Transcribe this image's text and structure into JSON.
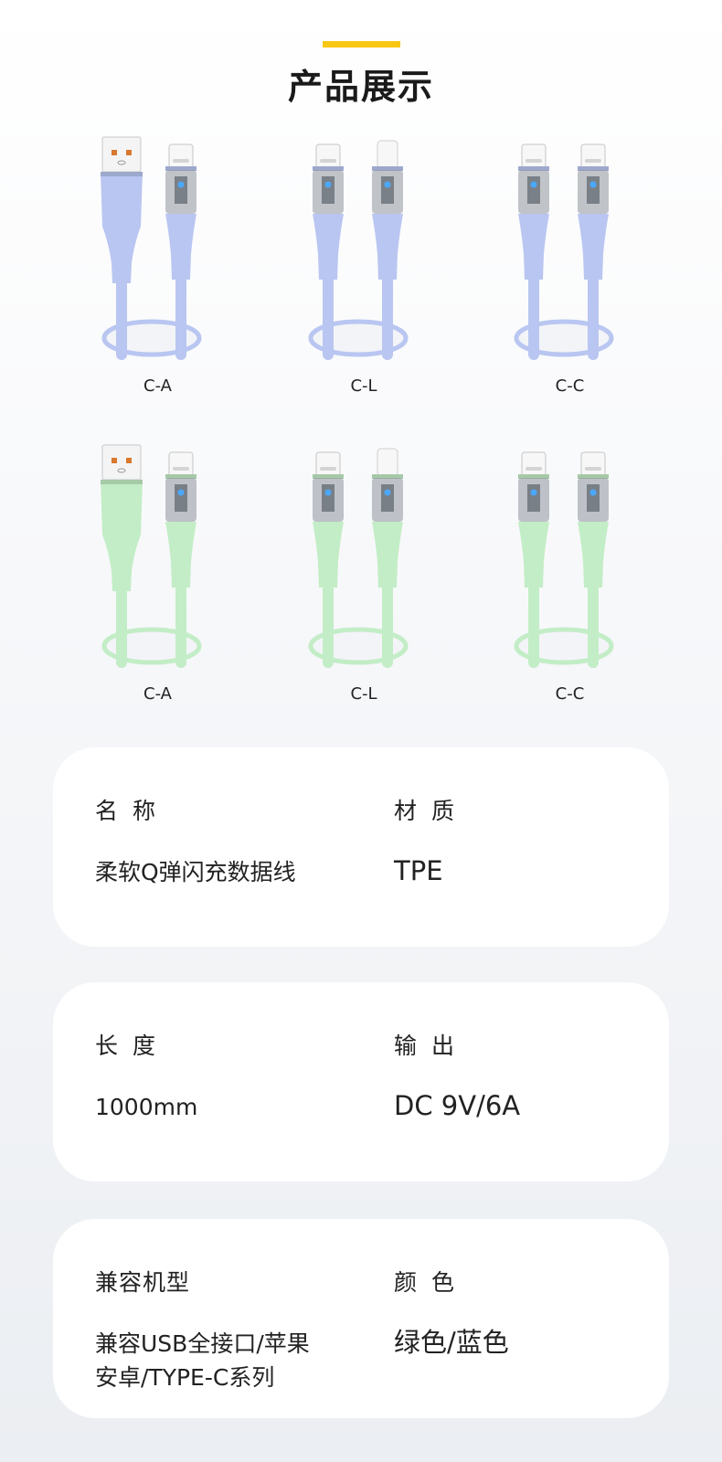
{
  "header": {
    "title": "产品展示",
    "accent_color": "#f8c712"
  },
  "products": {
    "row1": [
      {
        "label": "C-A",
        "variant": "usb-a-to-c",
        "color": "#b9c6f1"
      },
      {
        "label": "C-L",
        "variant": "c-to-lightning",
        "color": "#b9c6f1"
      },
      {
        "label": "C-C",
        "variant": "c-to-c",
        "color": "#b9c6f1"
      }
    ],
    "row2": [
      {
        "label": "C-A",
        "variant": "usb-a-to-c",
        "color": "#c3edc6"
      },
      {
        "label": "C-L",
        "variant": "c-to-lightning",
        "color": "#c3edc6"
      },
      {
        "label": "C-C",
        "variant": "c-to-c",
        "color": "#c3edc6"
      }
    ]
  },
  "specs": {
    "name": {
      "label": "名 称",
      "value": "柔软Q弹闪充数据线"
    },
    "material": {
      "label": "材 质",
      "value": "TPE"
    },
    "length": {
      "label": "长 度",
      "value": "1000mm"
    },
    "output": {
      "label": "输 出",
      "value": "DC 9V/6A"
    },
    "compat": {
      "label": "兼容机型",
      "value_line1": "兼容USB全接口/苹果",
      "value_line2": "安卓/TYPE-C系列"
    },
    "color": {
      "label": "颜 色",
      "value": "绿色/蓝色"
    }
  }
}
